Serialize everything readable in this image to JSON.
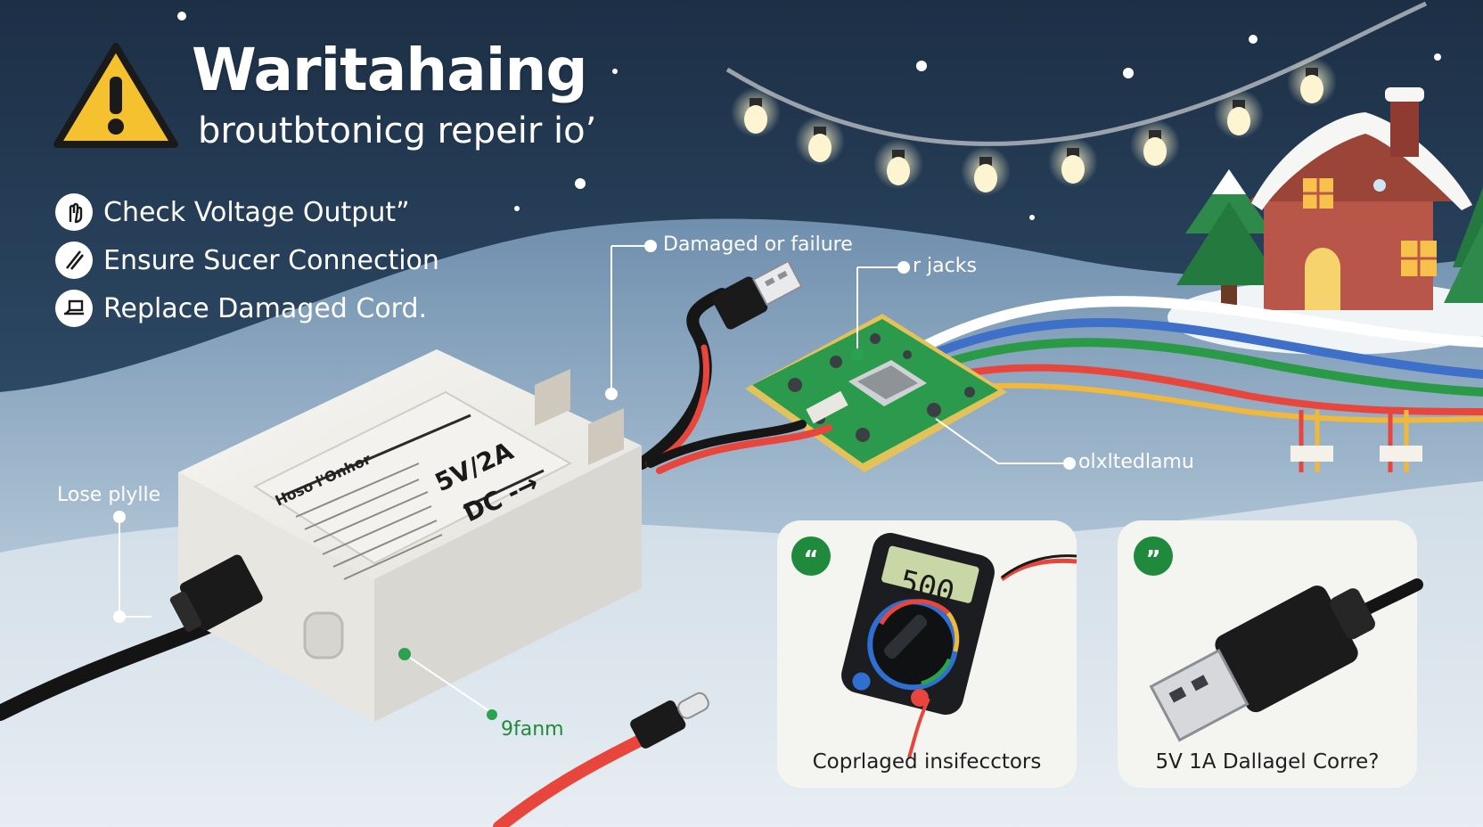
{
  "header": {
    "title": "Waritahaing",
    "subtitle": "broutbtonicg repeir io’"
  },
  "steps": [
    {
      "label": "Check Voltage Output”",
      "icon": "hand-icon"
    },
    {
      "label": "Ensure Sucer Connection",
      "icon": "slash-icon"
    },
    {
      "label": "Replace Damaged Cord.",
      "icon": "plug-icon"
    }
  ],
  "callouts": {
    "damaged": "Damaged or failure",
    "jacks": "r jacks",
    "board": "olxltedlamu",
    "loose": "Lose plylle",
    "port": "9fanm"
  },
  "adapter": {
    "label_title": "Hoso l'Onhor",
    "rating_line1": "5V/2A",
    "rating_line2": "DC -→"
  },
  "cards": [
    {
      "badge": "“",
      "caption": "Coprlaged insifecctors",
      "readout": "500"
    },
    {
      "badge": "”",
      "caption": "5V 1A Dallagel Corre?"
    }
  ],
  "colors": {
    "sky_top": "#1e3147",
    "sky_mid": "#3c5e7d",
    "snow": "#e8eef4",
    "warning": "#f5c12e",
    "accent_green": "#1f8a3c",
    "cable_red": "#e8463c"
  }
}
